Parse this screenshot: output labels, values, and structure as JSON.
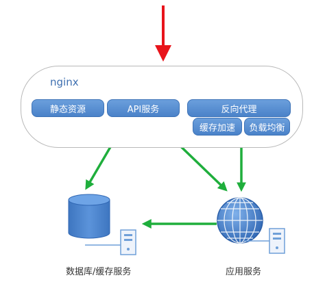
{
  "nginx": {
    "label": "nginx",
    "modules": {
      "static": "静态资源",
      "api": "API服务",
      "proxy": "反向代理",
      "cache": "缓存加速",
      "balance": "负载均衡"
    }
  },
  "nodes": {
    "db_label": "数据库/缓存服务",
    "app_label": "应用服务"
  },
  "colors": {
    "request_arrow": "#e8141b",
    "flow_arrow": "#1fae3c",
    "module_fill": "#4a82c9",
    "nginx_border": "#b8b8b8"
  }
}
